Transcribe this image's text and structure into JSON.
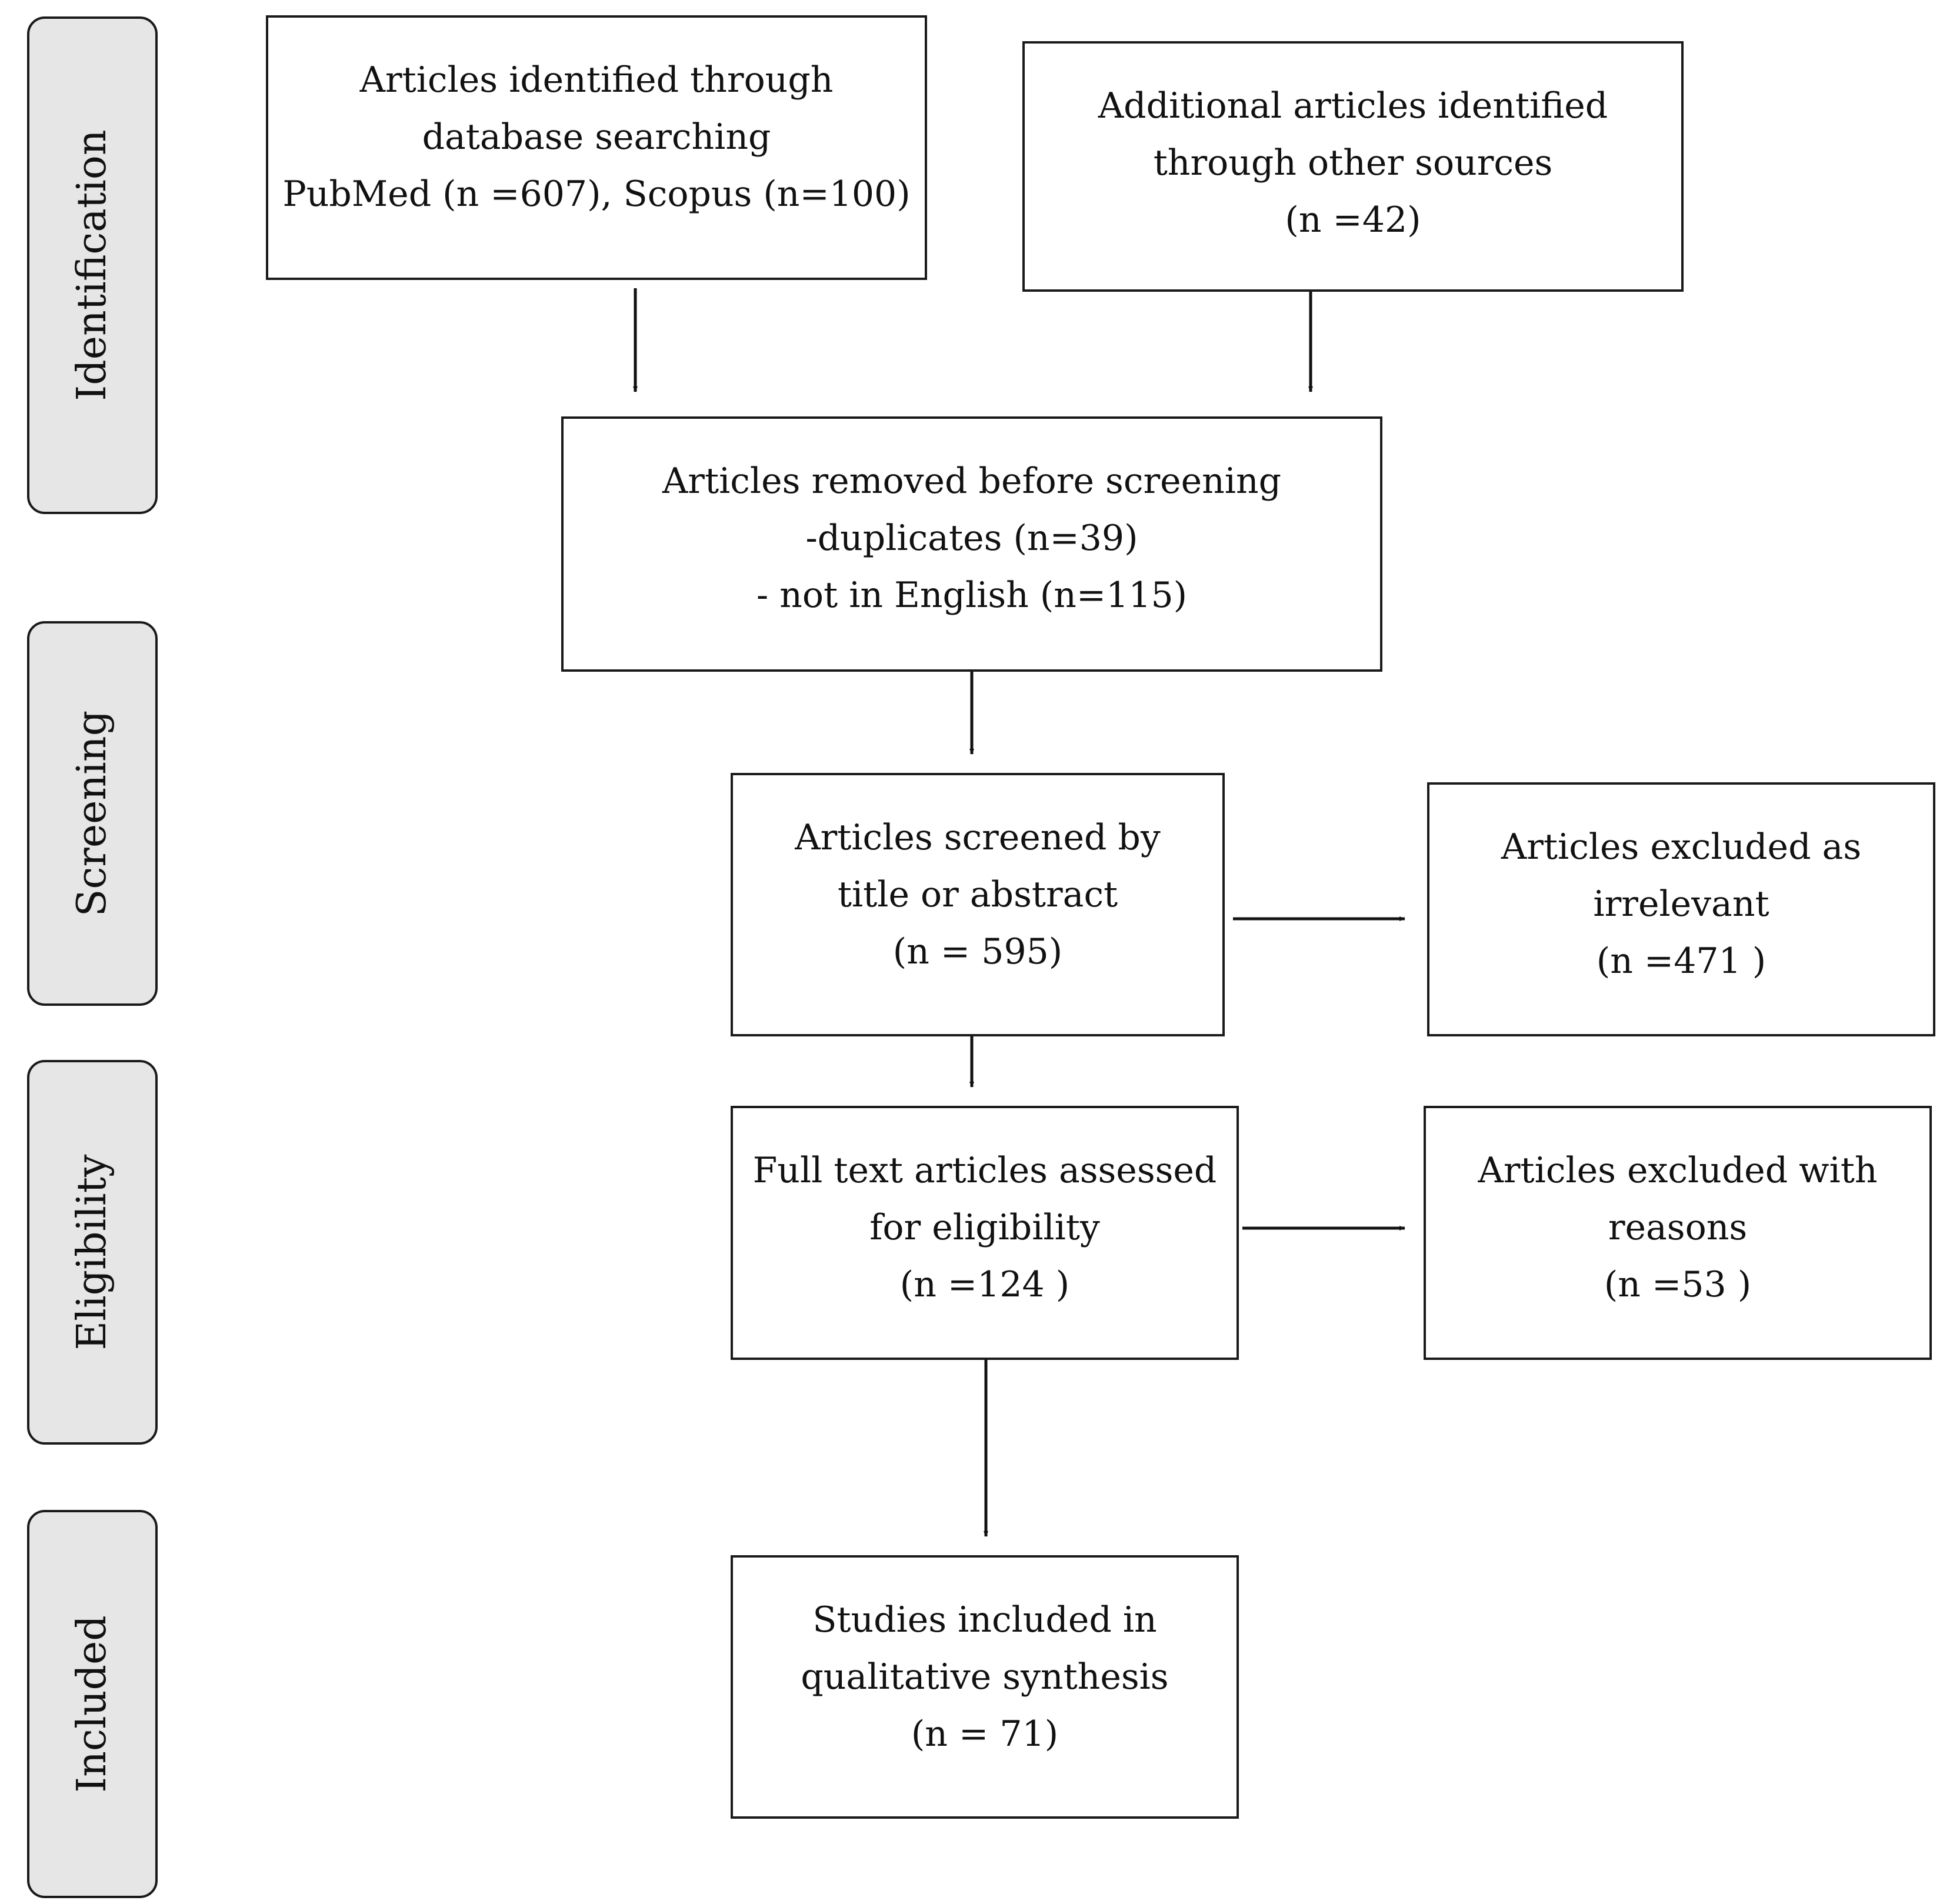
{
  "phases": [
    {
      "id": "identification",
      "label": "Identification"
    },
    {
      "id": "screening",
      "label": "Screening"
    },
    {
      "id": "eligibility",
      "label": "Eligibility"
    },
    {
      "id": "included",
      "label": "Included"
    }
  ],
  "boxes": {
    "database": {
      "lines": [
        "Articles identified through",
        "database searching",
        "PubMed (n =607), Scopus (n=100)"
      ]
    },
    "other_sources": {
      "lines": [
        "Additional articles identified",
        "through other sources",
        "(n =42)"
      ]
    },
    "removed": {
      "lines": [
        "Articles removed before screening",
        "-duplicates (n=39)",
        "- not in English (n=115)"
      ]
    },
    "screened": {
      "lines": [
        "Articles screened by",
        "title or abstract",
        "(n = 595)"
      ]
    },
    "excluded_irrelevant": {
      "lines": [
        "Articles excluded as",
        "irrelevant",
        "(n =471 )"
      ]
    },
    "full_text": {
      "lines": [
        "Full text articles assessed",
        "for eligibility",
        "(n =124 )"
      ]
    },
    "excluded_reasons": {
      "lines": [
        "Articles excluded with",
        "reasons",
        "(n =53 )"
      ]
    },
    "included": {
      "lines": [
        "Studies included in",
        "qualitative synthesis",
        "(n = 71)"
      ]
    }
  }
}
